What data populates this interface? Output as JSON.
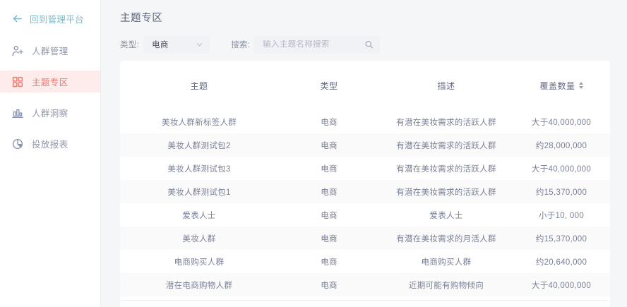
{
  "sidebar": {
    "back": {
      "label": "回到管理平台",
      "icon": "arrow-left-icon",
      "color": "#7fb6c6"
    },
    "items": [
      {
        "label": "人群管理",
        "icon": "person-add-icon",
        "active": false
      },
      {
        "label": "主题专区",
        "icon": "grid-icon",
        "active": true
      },
      {
        "label": "人群洞察",
        "icon": "bar-chart-icon",
        "active": false
      },
      {
        "label": "投放报表",
        "icon": "pie-chart-icon",
        "active": false
      }
    ],
    "active_color": "#f2776b",
    "active_bg": "#fdeceb",
    "icon_color": "#8a93ad"
  },
  "main": {
    "title": "主题专区",
    "filters": {
      "type_label": "类型:",
      "type_value": "电商",
      "type_options": [
        "电商"
      ],
      "chevron_icon": "chevron-down-icon",
      "search_label": "搜索:",
      "search_value": "",
      "search_placeholder": "输入主题名称搜索",
      "search_icon": "search-icon"
    },
    "table": {
      "columns": [
        {
          "key": "topic",
          "label": "主题",
          "sortable": false
        },
        {
          "key": "type",
          "label": "类型",
          "sortable": false
        },
        {
          "key": "desc",
          "label": "描述",
          "sortable": false
        },
        {
          "key": "count",
          "label": "覆盖数量",
          "sortable": true,
          "sort_icon": "sort-toggle-icon"
        }
      ],
      "rows": [
        {
          "topic": "美妆人群新标签人群",
          "type": "电商",
          "desc": "有潜在美妆需求的活跃人群",
          "count": "大于40,000,000"
        },
        {
          "topic": "美妆人群测试包2",
          "type": "电商",
          "desc": "有潜在美妆需求的活跃人群",
          "count": "约28,000,000"
        },
        {
          "topic": "美妆人群测试包3",
          "type": "电商",
          "desc": "有潜在美妆需求的活跃人群",
          "count": "大于40,000,000"
        },
        {
          "topic": "美妆人群测试包1",
          "type": "电商",
          "desc": "有潜在美妆需求的活跃人群",
          "count": "约15,370,000"
        },
        {
          "topic": "爱表人士",
          "type": "电商",
          "desc": "爱表人士",
          "count": "小于10, 000"
        },
        {
          "topic": "美妆人群",
          "type": "电商",
          "desc": "有潜在美妆需求的月活人群",
          "count": "约15,370,000"
        },
        {
          "topic": "电商购买人群",
          "type": "电商",
          "desc": "电商购买人群",
          "count": "约20,640,000"
        },
        {
          "topic": "潜在电商购物人群",
          "type": "电商",
          "desc": "近期可能有购物倾向",
          "count": "大于40,000,000"
        }
      ]
    }
  }
}
